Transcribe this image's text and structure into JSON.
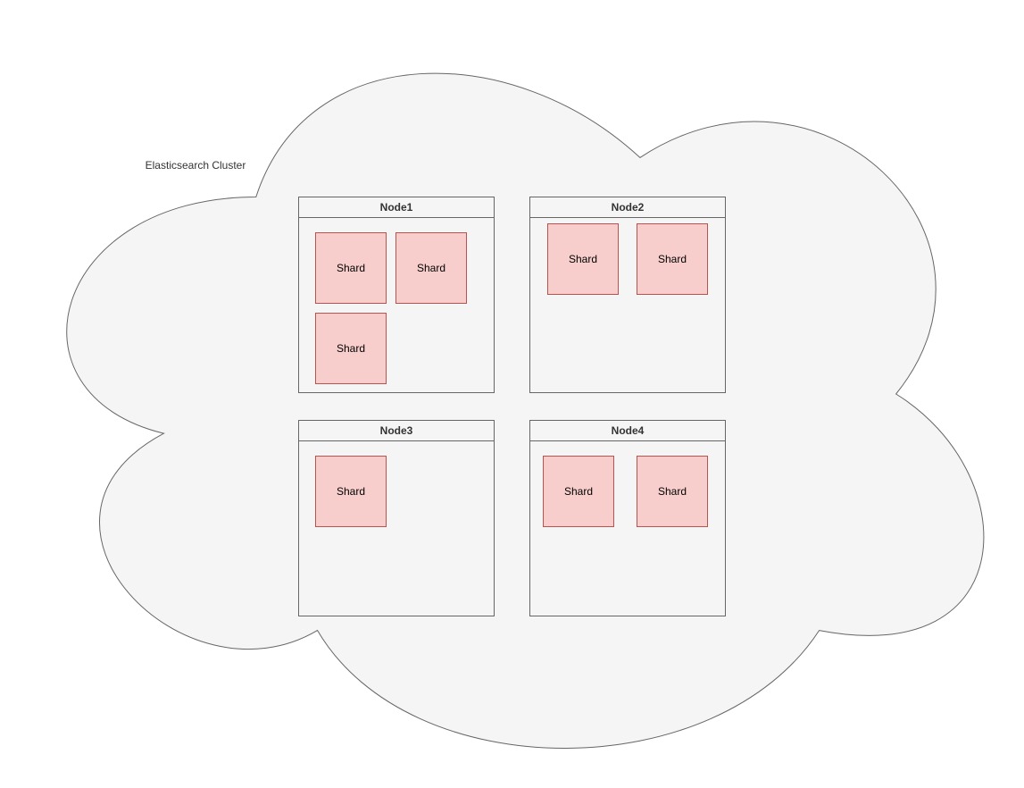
{
  "diagram": {
    "cluster_label": "Elasticsearch Cluster",
    "nodes": [
      {
        "label": "Node1",
        "shards": [
          "Shard",
          "Shard",
          "Shard"
        ]
      },
      {
        "label": "Node2",
        "shards": [
          "Shard",
          "Shard"
        ]
      },
      {
        "label": "Node3",
        "shards": [
          "Shard"
        ]
      },
      {
        "label": "Node4",
        "shards": [
          "Shard",
          "Shard"
        ]
      }
    ],
    "colors": {
      "cloud_fill": "#f5f5f5",
      "cloud_stroke": "#666666",
      "node_fill": "#f5f5f5",
      "node_stroke": "#666666",
      "node_label_color": "#333333",
      "shard_fill": "#f8cecc",
      "shard_stroke": "#b85450",
      "shard_label_color": "#000000"
    }
  }
}
